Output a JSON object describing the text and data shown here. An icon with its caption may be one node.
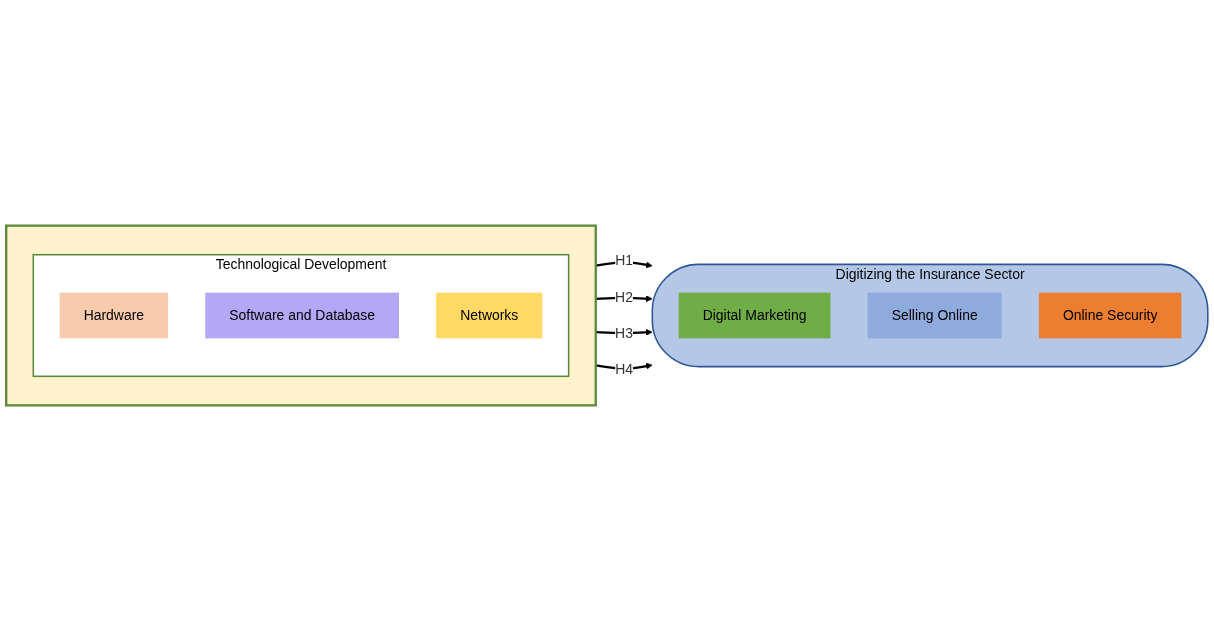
{
  "diagram": {
    "nodes": [
      {
        "text": [],
        "shape": "box"
      },
      {
        "text": [
          "Technological Development"
        ],
        "in": 0
      },
      {
        "text": [
          "Hardware"
        ],
        "in": 1
      },
      {
        "text": [
          "Software and Database"
        ],
        "in": 1
      },
      {
        "text": [
          "Networks"
        ],
        "in": 1
      },
      {
        "text": [
          "Digitizing the Insurance Sector"
        ]
      },
      {
        "text": [
          "Digital Marketing"
        ],
        "in": 5
      },
      {
        "text": [
          "Selling Online"
        ],
        "in": 5
      },
      {
        "text": [
          "Online Security"
        ],
        "in": 5
      }
    ],
    "edges": [
      {
        "from": 0,
        "to": 5,
        "arrow": "to",
        "label": "H1"
      },
      {
        "from": 0,
        "to": 5,
        "arrow": "to",
        "label": "H2"
      },
      {
        "from": 0,
        "to": 5,
        "arrow": "to",
        "label": "H3"
      },
      {
        "from": 0,
        "to": 5,
        "arrow": "to",
        "label": "H4"
      }
    ]
  }
}
